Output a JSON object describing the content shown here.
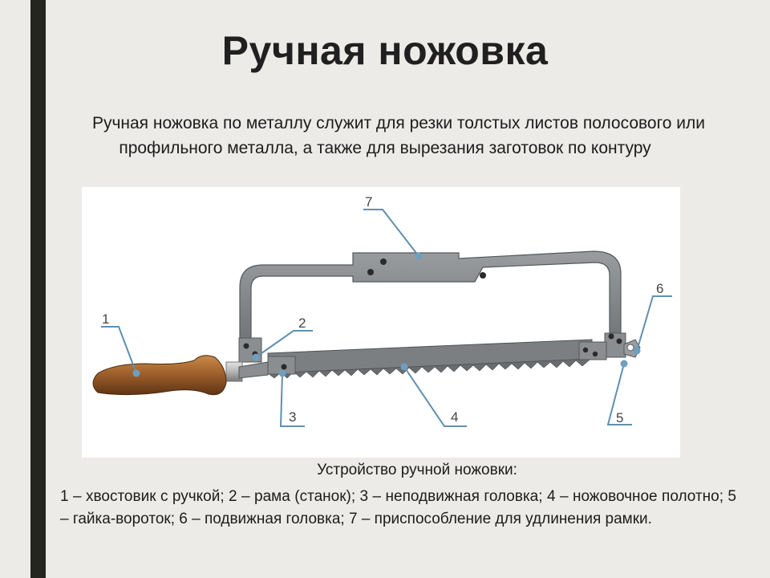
{
  "title": "Ручная ножовка",
  "intro": "Ручная ножовка по металлу служит для резки толстых листов полосового или профильного металла,  а также для вырезания заготовок по контуру",
  "figure": {
    "labels": [
      "1",
      "2",
      "3",
      "4",
      "5",
      "6",
      "7"
    ]
  },
  "caption": {
    "title": "Устройство ручной ножовки:",
    "legend": "1 – хвостовик с ручкой; 2 – рама (станок); 3 – неподвижная головка; 4 – ножовочное полотно; 5 – гайка-вороток; 6 – подвижная головка; 7 – приспособление для удлинения рамки."
  }
}
